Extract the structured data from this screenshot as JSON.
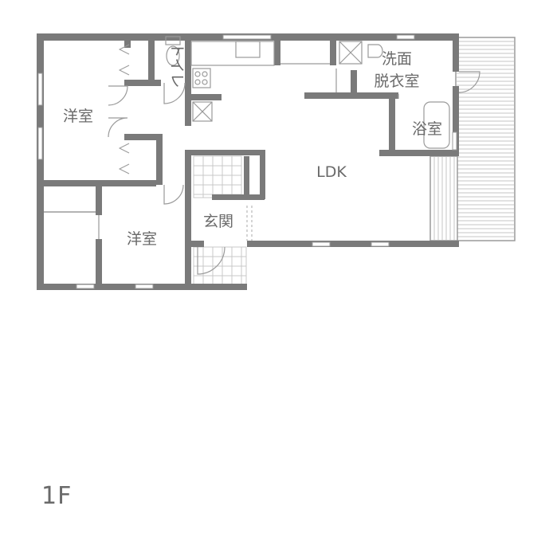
{
  "plan": {
    "floor": "1F",
    "rooms": {
      "western_room_1": "洋室",
      "western_room_2": "洋室",
      "toilet": "トイレ",
      "washroom_line1": "洗面",
      "washroom_line2": "脱衣室",
      "bathroom": "浴室",
      "ldk": "LDK",
      "entrance": "玄関"
    },
    "colors": {
      "wall": "#7a7a7a",
      "line": "#9a9a9a",
      "text": "#6a6a6a"
    }
  }
}
